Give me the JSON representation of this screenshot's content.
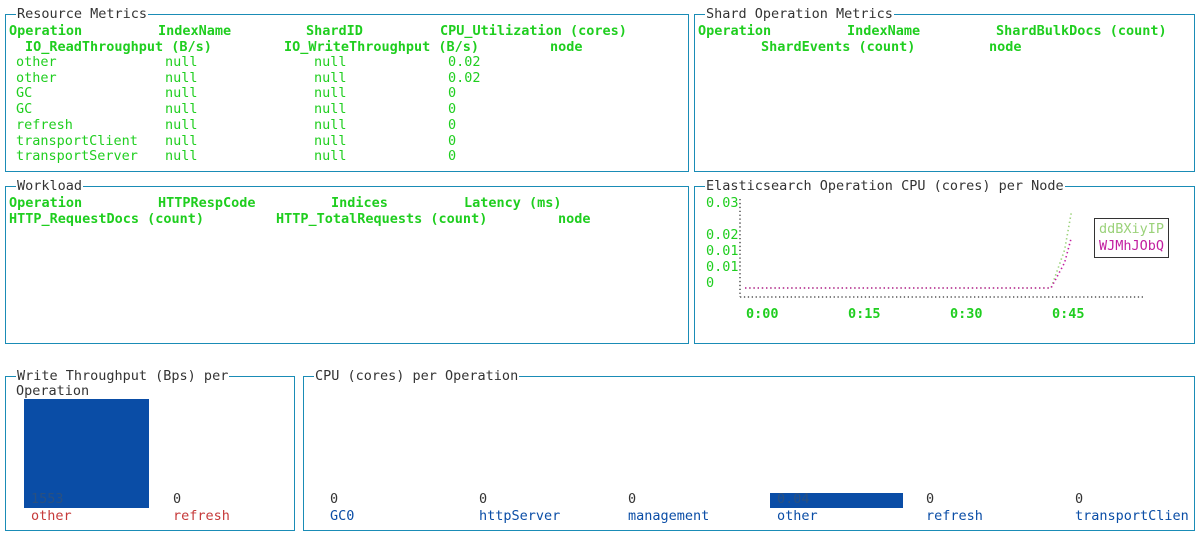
{
  "resource_metrics": {
    "title": "Resource Metrics",
    "header_line1": [
      "Operation",
      "IndexName",
      "ShardID",
      "CPU_Utilization (cores)"
    ],
    "header_line2": [
      "IO_ReadThroughput (B/s)",
      "IO_WriteThroughput (B/s)",
      "node"
    ],
    "rows": [
      [
        "other",
        "null",
        "null",
        "0.02"
      ],
      [
        "other",
        "null",
        "null",
        "0.02"
      ],
      [
        "GC",
        "null",
        "null",
        "0"
      ],
      [
        "GC",
        "null",
        "null",
        "0"
      ],
      [
        "refresh",
        "null",
        "null",
        "0"
      ],
      [
        "transportClient",
        "null",
        "null",
        "0"
      ],
      [
        "transportServer",
        "null",
        "null",
        "0"
      ]
    ]
  },
  "shard_operation_metrics": {
    "title": "Shard Operation Metrics",
    "header_line1": [
      "Operation",
      "IndexName",
      "ShardBulkDocs (count)"
    ],
    "header_line2": [
      "ShardEvents (count)",
      "node"
    ]
  },
  "workload": {
    "title": "Workload",
    "header_line1": [
      "Operation",
      "HTTPRespCode",
      "Indices",
      "Latency (ms)"
    ],
    "header_line2": [
      "HTTP_RequestDocs (count)",
      "HTTP_TotalRequests (count)",
      "node"
    ]
  },
  "es_cpu_chart": {
    "title": "Elasticsearch Operation CPU (cores) per Node",
    "chart_data": {
      "type": "line",
      "yticks": [
        "0.03",
        "0.02",
        "0.01",
        "0.01",
        "0"
      ],
      "xticks": [
        "0:00",
        "0:15",
        "0:30",
        "0:45"
      ],
      "series": [
        {
          "name": "ddBXiyIP",
          "color": "#9bd27a",
          "x": [
            0,
            45,
            47,
            48
          ],
          "y": [
            0,
            0,
            0.015,
            0.03
          ]
        },
        {
          "name": "WJMhJObQ",
          "color": "#c21fa0",
          "x": [
            0,
            45,
            47,
            48
          ],
          "y": [
            0,
            0,
            0.01,
            0.02
          ]
        }
      ]
    }
  },
  "write_throughput": {
    "title_line1": "Write Throughput (Bps) per",
    "title_line2": "Operation",
    "chart_data": {
      "type": "bar",
      "categories": [
        "other",
        "refresh"
      ],
      "values": [
        1553,
        0
      ],
      "value_labels": [
        "1553",
        "0"
      ]
    }
  },
  "cpu_per_operation": {
    "title": "CPU (cores) per Operation",
    "chart_data": {
      "type": "bar",
      "categories": [
        "GC0",
        "httpServer",
        "management",
        "other",
        "refresh",
        "transportClien"
      ],
      "values": [
        0,
        0,
        0,
        0.04,
        0,
        0
      ],
      "value_labels": [
        "0",
        "0",
        "0",
        "0.04",
        "0",
        "0"
      ]
    }
  }
}
